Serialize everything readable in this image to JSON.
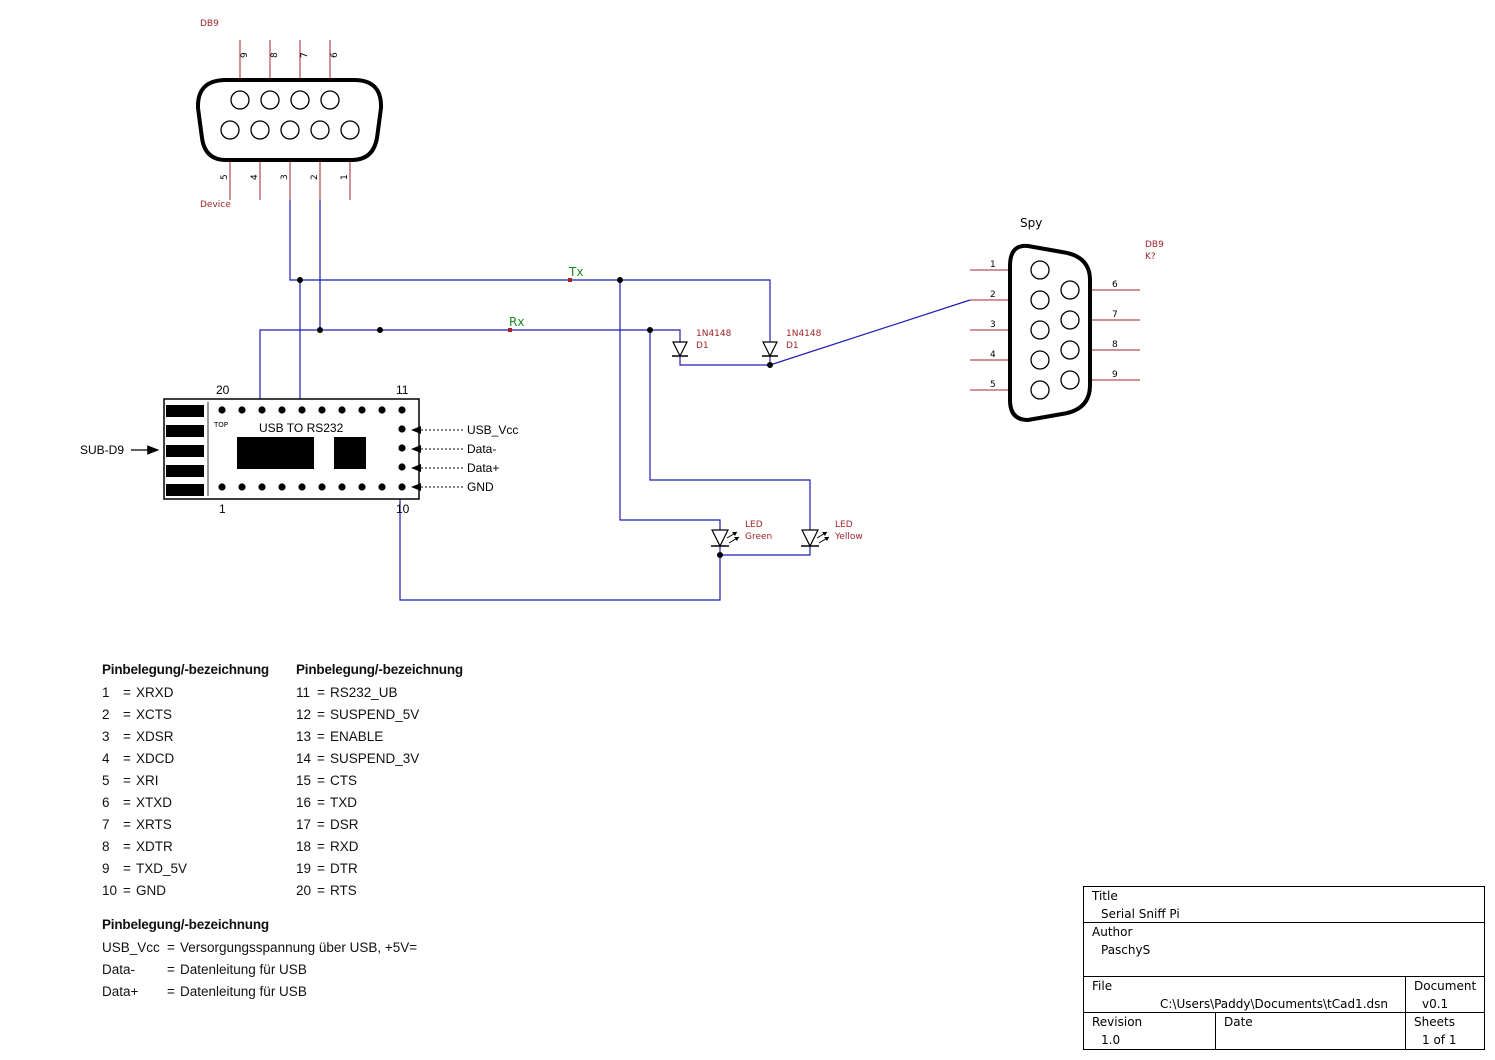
{
  "connector_device": {
    "ref": "DB9",
    "name": "Device",
    "top_pins": [
      "9",
      "8",
      "7",
      "6"
    ],
    "bottom_pins": [
      "5",
      "4",
      "3",
      "2",
      "1"
    ]
  },
  "connector_spy": {
    "title": "Spy",
    "ref": "DB9",
    "value": "K?",
    "left_pins": [
      "1",
      "2",
      "3",
      "4",
      "5"
    ],
    "right_pins": [
      "6",
      "7",
      "8",
      "9"
    ]
  },
  "nets": {
    "tx": "Tx",
    "rx": "Rx"
  },
  "diodes": [
    {
      "value": "1N4148",
      "ref": "D1"
    },
    {
      "value": "1N4148",
      "ref": "D1"
    }
  ],
  "leds": [
    {
      "ref": "LED",
      "color": "Green"
    },
    {
      "ref": "LED",
      "color": "Yellow"
    }
  ],
  "module": {
    "title": "USB TO RS232",
    "top_label": "TOP",
    "pin_20": "20",
    "pin_11": "11",
    "pin_1": "1",
    "pin_10": "10",
    "left_port": "SUB-D9",
    "usb_pins": [
      "USB_Vcc",
      "Data-",
      "Data+",
      "GND"
    ]
  },
  "pin_table_1": {
    "header": "Pinbelegung/-bezeichnung",
    "rows": [
      {
        "num": "1",
        "name": "XRXD"
      },
      {
        "num": "2",
        "name": "XCTS"
      },
      {
        "num": "3",
        "name": "XDSR"
      },
      {
        "num": "4",
        "name": "XDCD"
      },
      {
        "num": "5",
        "name": "XRI"
      },
      {
        "num": "6",
        "name": "XTXD"
      },
      {
        "num": "7",
        "name": "XRTS"
      },
      {
        "num": "8",
        "name": "XDTR"
      },
      {
        "num": "9",
        "name": "TXD_5V"
      },
      {
        "num": "10",
        "name": "GND"
      }
    ]
  },
  "pin_table_2": {
    "header": "Pinbelegung/-bezeichnung",
    "rows": [
      {
        "num": "11",
        "name": "RS232_UB"
      },
      {
        "num": "12",
        "name": "SUSPEND_5V"
      },
      {
        "num": "13",
        "name": "ENABLE"
      },
      {
        "num": "14",
        "name": "SUSPEND_3V"
      },
      {
        "num": "15",
        "name": "CTS"
      },
      {
        "num": "16",
        "name": "TXD"
      },
      {
        "num": "17",
        "name": "DSR"
      },
      {
        "num": "18",
        "name": "RXD"
      },
      {
        "num": "19",
        "name": "DTR"
      },
      {
        "num": "20",
        "name": "RTS"
      }
    ]
  },
  "legend": {
    "header": "Pinbelegung/-bezeichnung",
    "rows": [
      {
        "key": "USB_Vcc",
        "desc": "Versorgungsspannung über USB, +5V="
      },
      {
        "key": "Data-",
        "desc": "Datenleitung für USB"
      },
      {
        "key": "Data+",
        "desc": "Datenleitung für USB"
      }
    ]
  },
  "title_block": {
    "title_caption": "Title",
    "title": "Serial Sniff Pi",
    "author_caption": "Author",
    "author": "PaschyS",
    "file_caption": "File",
    "file": "C:\\Users\\Paddy\\Documents\\tCad1.dsn",
    "document_caption": "Document",
    "document": "v0.1",
    "revision_caption": "Revision",
    "revision": "1.0",
    "date_caption": "Date",
    "date": "",
    "sheets_caption": "Sheets",
    "sheets": "1 of 1"
  }
}
